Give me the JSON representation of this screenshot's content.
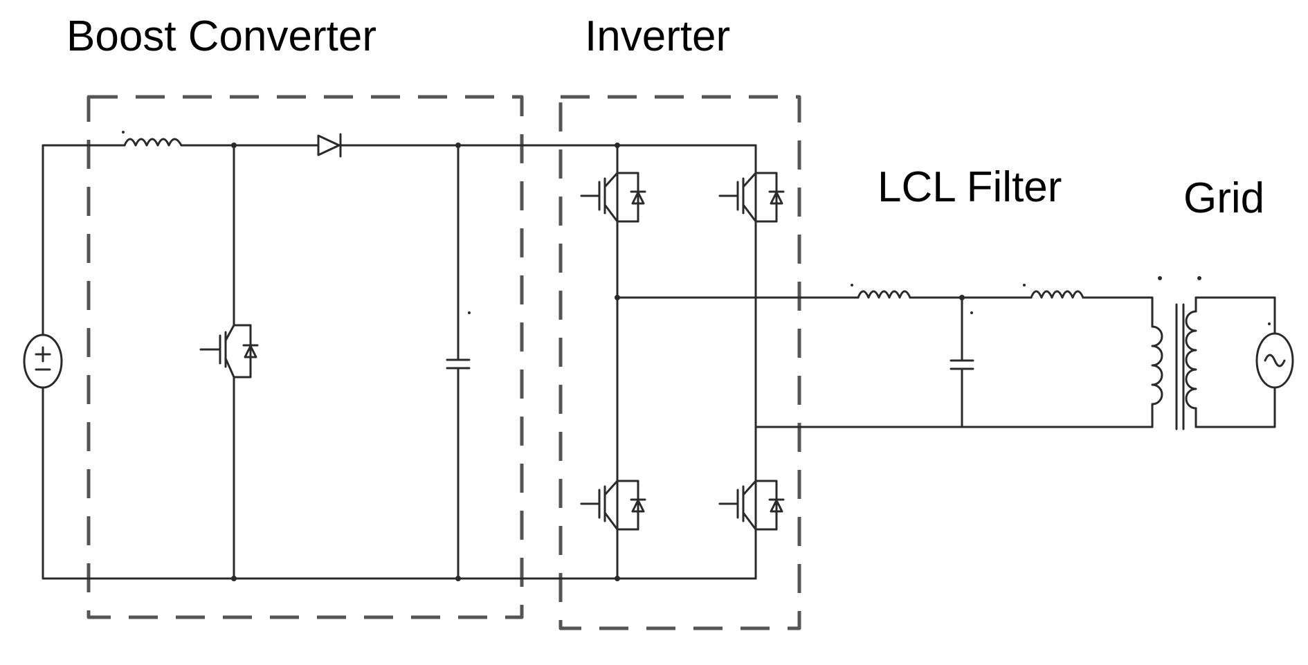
{
  "labels": {
    "boost_converter": "Boost Converter",
    "inverter": "Inverter",
    "lcl_filter": "LCL Filter",
    "grid": "Grid"
  },
  "colors": {
    "wire": "#2a2a2a",
    "box": "#555555"
  }
}
